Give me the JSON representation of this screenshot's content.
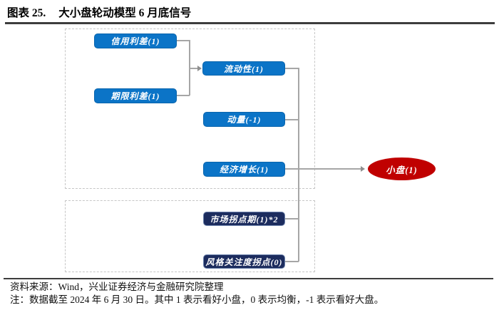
{
  "figure": {
    "title_label": "图表 25.",
    "title_text": "大小盘轮动模型 6 月底信号"
  },
  "diagram": {
    "nodes": [
      {
        "id": "credit-spread",
        "label": "信用利差(1)"
      },
      {
        "id": "term-spread",
        "label": "期限利差(1)"
      },
      {
        "id": "liquidity",
        "label": "流动性(1)"
      },
      {
        "id": "momentum",
        "label": "动量(-1)"
      },
      {
        "id": "economic-growth",
        "label": "经济增长(1)"
      },
      {
        "id": "market-turning-period",
        "label": "市场拐点期(1)*2"
      },
      {
        "id": "style-attention-turning",
        "label": "风格关注度拐点(0)"
      }
    ],
    "result": {
      "label": "小盘(1)"
    },
    "colors": {
      "factor_blue": "#0b74c7",
      "factor_navy": "#1c2c5e",
      "result_red": "#c00000",
      "connector_gray": "#a6a6a6"
    }
  },
  "footer": {
    "source": "资料来源：Wind，兴业证券经济与金融研究院整理",
    "note": "注：数据截至 2024 年 6 月 30 日。其中 1 表示看好小盘，0 表示均衡，-1 表示看好大盘。"
  }
}
